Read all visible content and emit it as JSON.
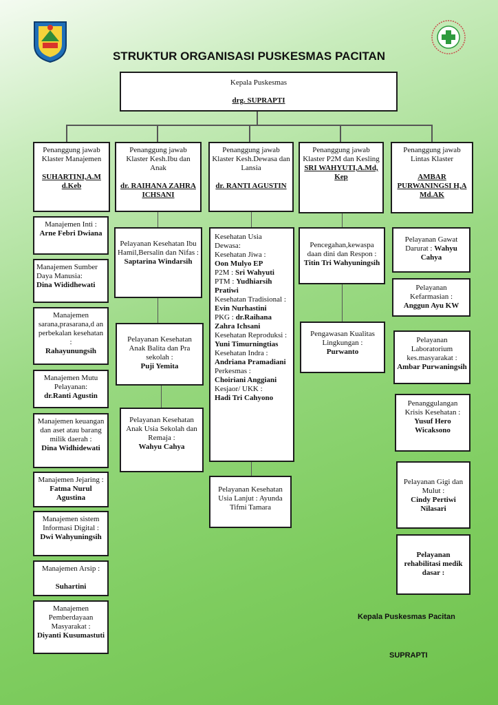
{
  "title": "STRUKTUR ORGANISASI PUSKESMAS PACITAN",
  "top": {
    "role": "Kepala Puskesmas",
    "name": "drg. SUPRAPTI"
  },
  "col1": {
    "head_role": "Penanggung jawab Klaster Manajemen",
    "head_name": "SUHARTINI,A.M d.Keb",
    "items": [
      {
        "role": "Manajemen Inti :",
        "name": "Arne Febri Dwiana"
      },
      {
        "role": "Manajemen Sumber Daya Manusia:",
        "name": "Dina Wididhewati"
      },
      {
        "role": "Manajemen sarana,prasarana,d an perbekalan kesehatan :",
        "name": "Rahayunungsih"
      },
      {
        "role": "Manajemen Mutu Pelayanan:",
        "name": "dr.Ranti Agustin"
      },
      {
        "role": "Manajemen keuangan dan aset atau barang milik daerah :",
        "name": "Dina Widhidewati"
      },
      {
        "role": "Manajemen Jejaring :",
        "name": "Fatma Nurul Agustina"
      },
      {
        "role": "Manajemen sistem Informasi Digital :",
        "name": "Dwi Wahyuningsih"
      },
      {
        "role": "Manajemen Arsip :",
        "name": "Suhartini"
      },
      {
        "role": "Manajemen Pemberdayaan Masyarakat :",
        "name": "Diyanti Kusumastuti"
      }
    ]
  },
  "col2": {
    "head_role": "Penanggung jawab Klaster Kesh.Ibu dan Anak",
    "head_name": "dr. RAIHANA ZAHRA ICHSANI",
    "items": [
      {
        "role": "Pelayanan Kesehatan Ibu Hamil,Bersalin dan Nifas :",
        "name": "Saptarina Windarsih"
      },
      {
        "role": "Pelayanan Kesehatan Anak Balita dan Pra sekolah :",
        "name": "Puji Yemita"
      },
      {
        "role": "Pelayanan Kesehatan Anak Usia Sekolah dan Remaja :",
        "name": "Wahyu Cahya"
      }
    ]
  },
  "col3": {
    "head_role": "Penanggung jawab Klaster Kesh.Dewasa dan Lansia",
    "head_name": "dr. RANTI AGUSTIN",
    "main_title": "Kesehatan Usia Dewasa:",
    "lines": [
      {
        "role": "Kesehatan Jiwa :",
        "name": "Oon Mulyo EP"
      },
      {
        "role": "P2M :",
        "name": "Sri Wahyuti"
      },
      {
        "role": "PTM :",
        "name": "Yudhiarsih Pratiwi"
      },
      {
        "role": "Kesehatan Tradisional :",
        "name": "Evin Nurhastini"
      },
      {
        "role": "PKG :",
        "name": "dr.Raihana Zahra Ichsani"
      },
      {
        "role": "Kesehatan Reproduksi :",
        "name": "Yuni Timurningtias"
      },
      {
        "role": "Kesehatan Indra :",
        "name": "Andriana Pramadiani"
      },
      {
        "role": "Perkesmas :",
        "name": "Choiriani Anggiani"
      },
      {
        "role": "Kesjaor/ UKK :",
        "name": "Hadi Tri Cahyono"
      }
    ],
    "lansia": "Pelayanan Kesehatan Usia Lanjut : Ayunda Tifmi Tamara"
  },
  "col4": {
    "head_role": "Penanggung jawab Klaster P2M dan Kesling",
    "head_name": "SRI WAHYUTI,A.Md, Kep",
    "items": [
      {
        "role": "Pencegahan,kewaspa daan dini dan Respon :",
        "name": "Titin Tri Wahyuningsih"
      },
      {
        "role": "Pengawasan Kualitas Lingkungan :",
        "name": "Purwanto"
      }
    ]
  },
  "col5": {
    "head_role": "Penanggung jawab Lintas Klaster",
    "head_name": "AMBAR PURWANINGSI H,A Md.AK",
    "items": [
      {
        "role": "Pelayanan Gawat Darurat :",
        "name": "Wahyu Cahya"
      },
      {
        "role": "Pelayanan Kefarmasian :",
        "name": "Anggun Ayu KW"
      },
      {
        "role": "Pelayanan Laboratorium kes.masyarakat :",
        "name": "Ambar Purwaningsih"
      },
      {
        "role": "Penanggulangan Krisis Kesehatan :",
        "name": "Yusuf Hero Wicaksono"
      },
      {
        "role": "Pelayanan Gigi dan Mulut :",
        "name": "Cindy Pertiwi Nilasari"
      },
      {
        "role": "",
        "name": "Pelayanan rehabilitasi medik dasar :"
      }
    ]
  },
  "signature": {
    "title": "Kepala Puskesmas Pacitan",
    "name": "SUPRAPTI"
  },
  "colors": {
    "line": "#555555",
    "border": "#1b1b1b"
  }
}
